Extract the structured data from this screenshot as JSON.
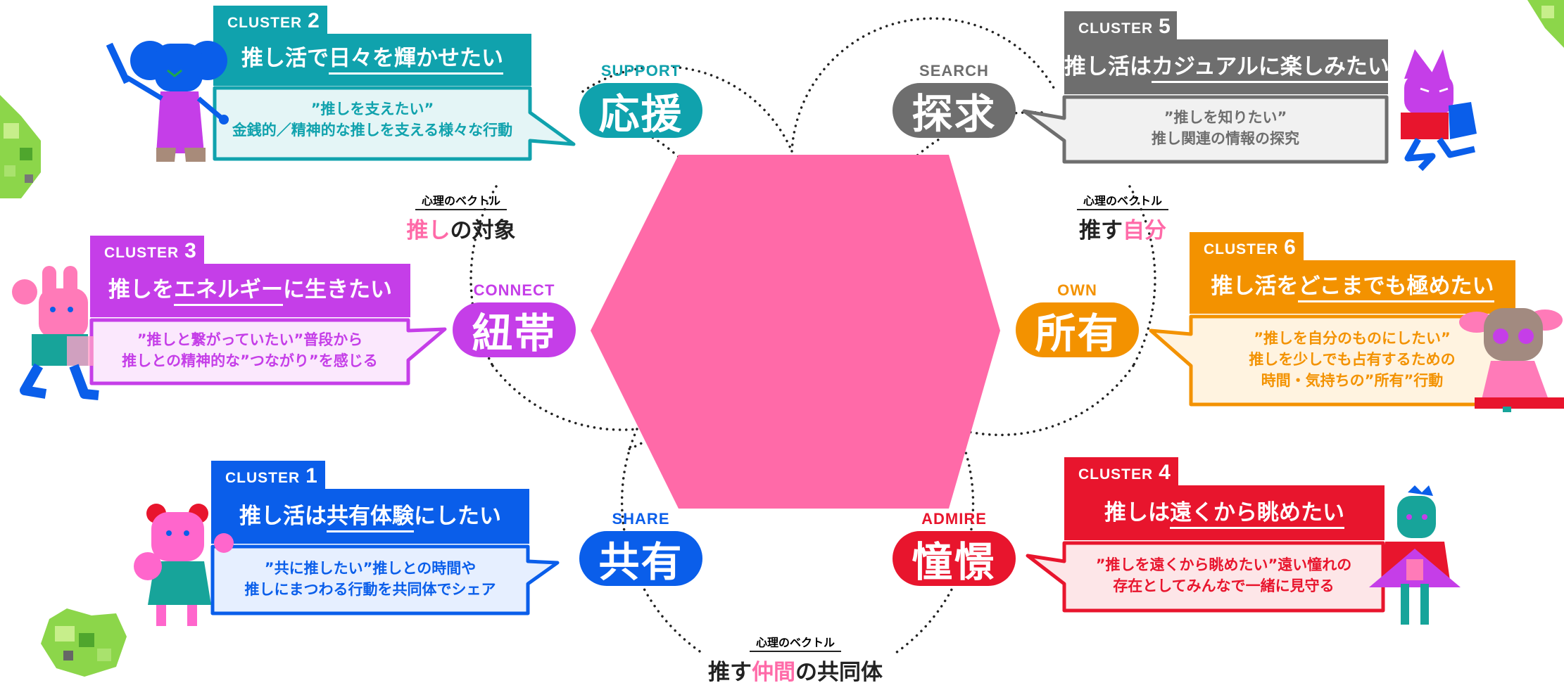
{
  "colors": {
    "teal": "#10a2ad",
    "grey": "#6e6e6e",
    "purple": "#c53ee8",
    "orange": "#f39200",
    "blue": "#0a5eea",
    "red": "#e8152d",
    "pink": "#ff6aa8",
    "text_dark": "#222222"
  },
  "clusters": [
    {
      "id": "cluster-2",
      "tag": "CLUSTER",
      "number": "2",
      "title_pre": "推し活で",
      "title_ul": "日々を輝かせたい",
      "title_post": "",
      "desc_line1": "”推しを支えたい”",
      "desc_line2": "金銭的／精神的な推しを支える様々な行動"
    },
    {
      "id": "cluster-5",
      "tag": "CLUSTER",
      "number": "5",
      "title_pre": "推し活は",
      "title_ul": "カジュアルに楽しみたい",
      "title_post": "",
      "desc_line1": "”推しを知りたい”",
      "desc_line2": "推し関連の情報の探究"
    },
    {
      "id": "cluster-3",
      "tag": "CLUSTER",
      "number": "3",
      "title_pre": "推しを",
      "title_ul": "エネルギー",
      "title_post": "に生きたい",
      "desc_line1": "”推しと繋がっていたい”普段から",
      "desc_line2": "推しとの精神的な”つながり”を感じる"
    },
    {
      "id": "cluster-6",
      "tag": "CLUSTER",
      "number": "6",
      "title_pre": "推し活を",
      "title_ul": "どこまでも極めたい",
      "title_post": "",
      "desc_line1": "”推しを自分のものにしたい”",
      "desc_line2": "推しを少しでも占有するための",
      "desc_line3": "時間・気持ちの”所有”行動"
    },
    {
      "id": "cluster-1",
      "tag": "CLUSTER",
      "number": "1",
      "title_pre": "推し活は",
      "title_ul": "共有体験",
      "title_post": "にしたい",
      "desc_line1": "”共に推したい”推しとの時間や",
      "desc_line2": "推しにまつわる行動を共同体でシェア"
    },
    {
      "id": "cluster-4",
      "tag": "CLUSTER",
      "number": "4",
      "title_pre": "推しは",
      "title_ul": "遠くから眺めたい",
      "title_post": "",
      "desc_line1": "”推しを遠くから眺めたい”遠い憧れの",
      "desc_line2": "存在としてみんなで一緒に見守る"
    }
  ],
  "categories": [
    {
      "id": "support",
      "en": "SUPPORT",
      "jp": "応援"
    },
    {
      "id": "search",
      "en": "SEARCH",
      "jp": "探求"
    },
    {
      "id": "connect",
      "en": "CONNECT",
      "jp": "紐帯"
    },
    {
      "id": "own",
      "en": "OWN",
      "jp": "所有"
    },
    {
      "id": "share",
      "en": "SHARE",
      "jp": "共有"
    },
    {
      "id": "admire",
      "en": "ADMIRE",
      "jp": "憧憬"
    }
  ],
  "vectors": [
    {
      "id": "vector-left",
      "small": "心理のベクトル",
      "big_a": "推し",
      "big_b": "の対象",
      "big_c": ""
    },
    {
      "id": "vector-right",
      "small": "心理のベクトル",
      "big_a": "推す",
      "big_b": "自分",
      "big_c": ""
    },
    {
      "id": "vector-bottom",
      "small": "心理のベクトル",
      "big_a": "推す",
      "big_b": "仲間",
      "big_c": "の共同体"
    }
  ]
}
